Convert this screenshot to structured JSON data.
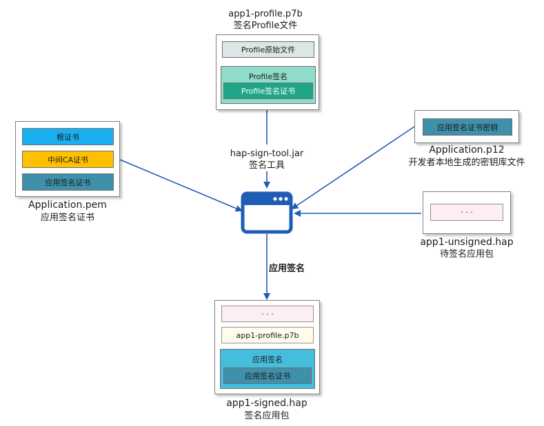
{
  "profile_file": {
    "filename": "app1-profile.p7b",
    "caption": "签名Profile文件",
    "raw": "Profile原始文件",
    "signature": "Profile签名",
    "signature_cert": "Profile签名证书"
  },
  "pem_file": {
    "filename": "Application.pem",
    "caption": "应用签名证书",
    "root_cert": "根证书",
    "intermediate_cert": "中间CA证书",
    "app_cert": "应用签名证书"
  },
  "p12_file": {
    "filename": "Application.p12",
    "caption": "开发者本地生成的密钥库文件",
    "key": "应用签名证书密钥"
  },
  "unsigned_hap": {
    "filename": "app1-unsigned.hap",
    "caption": "待签名应用包",
    "content": "· · ·"
  },
  "tool": {
    "name": "hap-sign-tool.jar",
    "caption": "签名工具"
  },
  "step_label": "应用签名",
  "signed_hap": {
    "filename": "app1-signed.hap",
    "caption": "签名应用包",
    "content": "· · ·",
    "profile": "app1-profile.p7b",
    "signature": "应用签名",
    "signature_cert": "应用签名证书"
  },
  "colors": {
    "gray_box": "#dce6e6",
    "teal_light": "#8fdccb",
    "teal_dark": "#1fa689",
    "blue_box": "#1ab0ef",
    "yellow_box": "#ffc000",
    "steel_box": "#3f90aa",
    "pink_box": "#fdeef2",
    "cream_box": "#fffcec",
    "cyan_box": "#45bedd",
    "arrow": "#1f5cb4"
  }
}
